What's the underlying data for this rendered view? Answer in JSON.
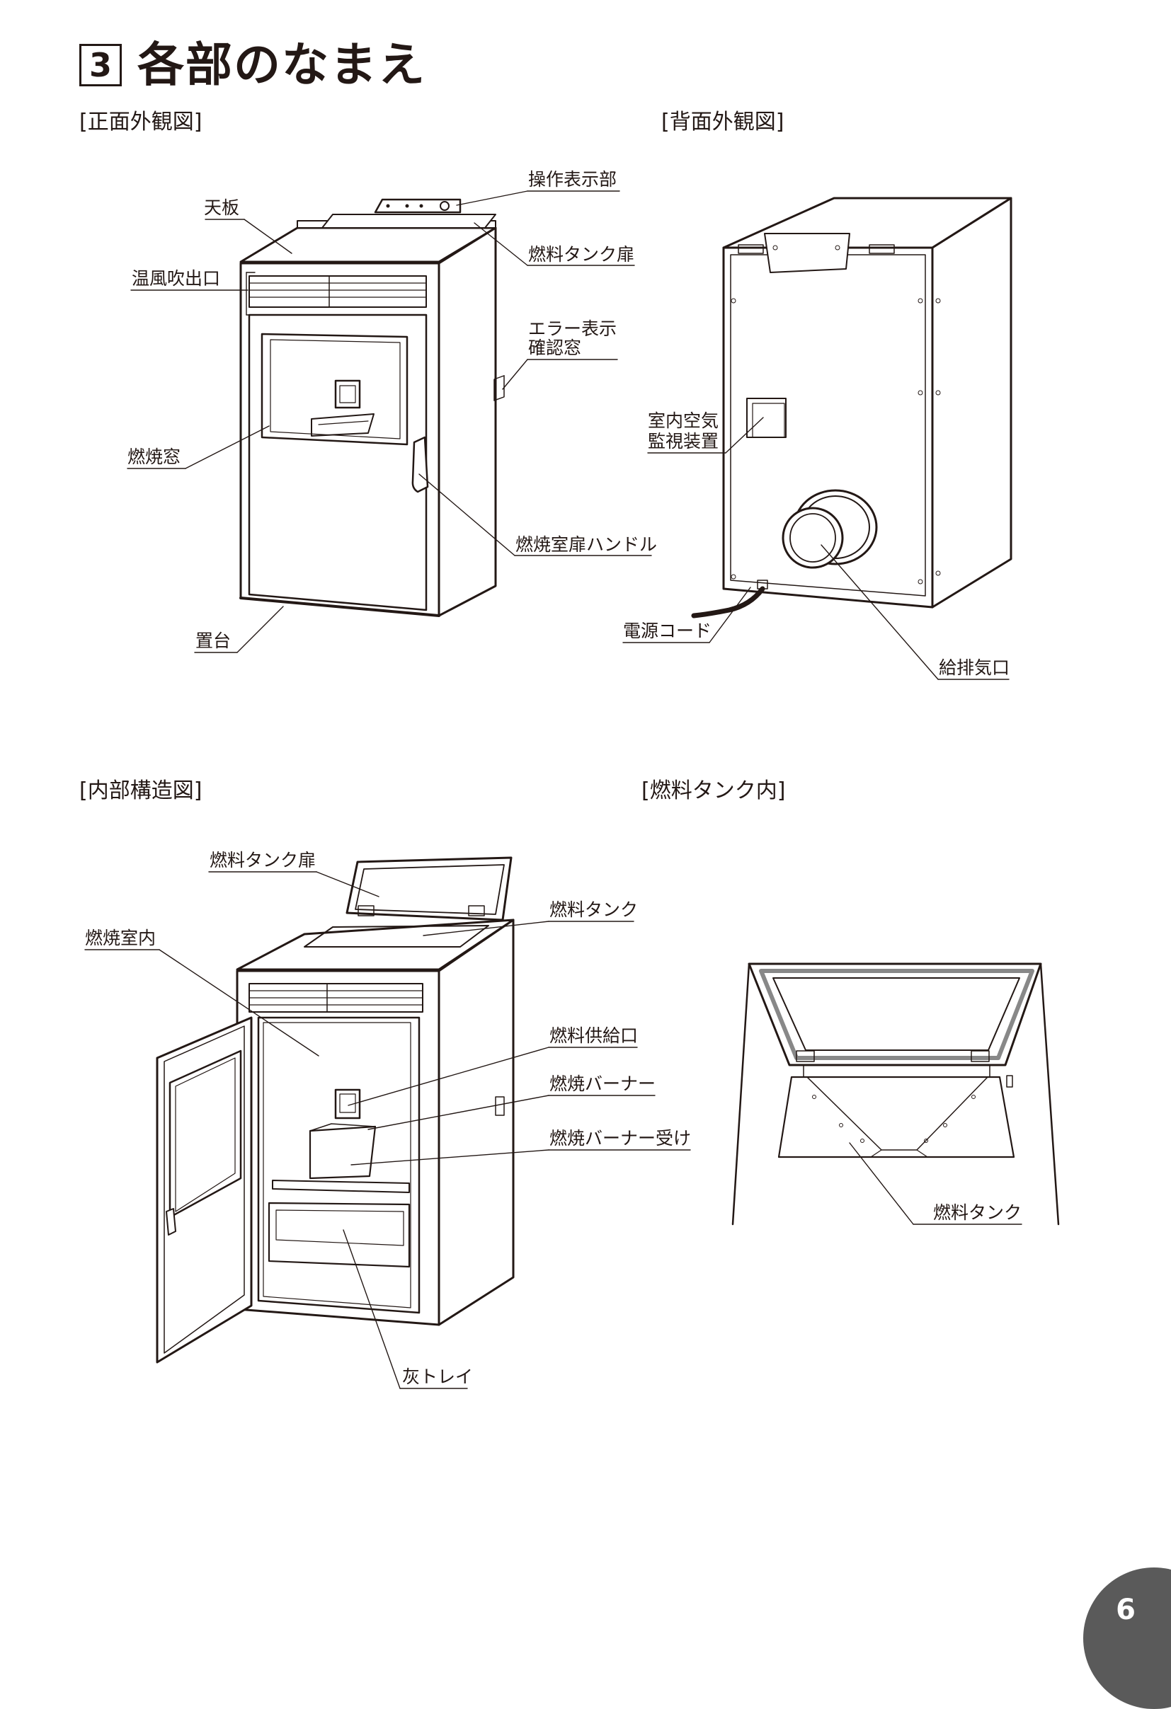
{
  "heading": {
    "number": "3",
    "title": "各部のなまえ"
  },
  "sections": {
    "front": "[正面外観図]",
    "back": "[背面外観図]",
    "interior": "[内部構造図]",
    "tank": "[燃料タンク内]"
  },
  "front_labels": {
    "control_panel": "操作表示部",
    "top_plate": "天板",
    "fuel_tank_door": "燃料タンク扉",
    "warm_air_outlet": "温風吹出口",
    "error_window_line1": "エラー表示",
    "error_window_line2": "確認窓",
    "combustion_window": "燃焼窓",
    "door_handle": "燃焼室扉ハンドル",
    "base": "置台"
  },
  "back_labels": {
    "air_monitor_line1": "室内空気",
    "air_monitor_line2": "監視装置",
    "power_cord": "電源コード",
    "intake_exhaust": "給排気口"
  },
  "interior_labels": {
    "fuel_tank_door": "燃料タンク扉",
    "fuel_tank": "燃料タンク",
    "combustion_chamber": "燃焼室内",
    "fuel_supply_port": "燃料供給口",
    "burner": "燃焼バーナー",
    "burner_tray": "燃焼バーナー受け",
    "ash_tray": "灰トレイ"
  },
  "tank_labels": {
    "fuel_tank": "燃料タンク"
  },
  "page_number": "6"
}
